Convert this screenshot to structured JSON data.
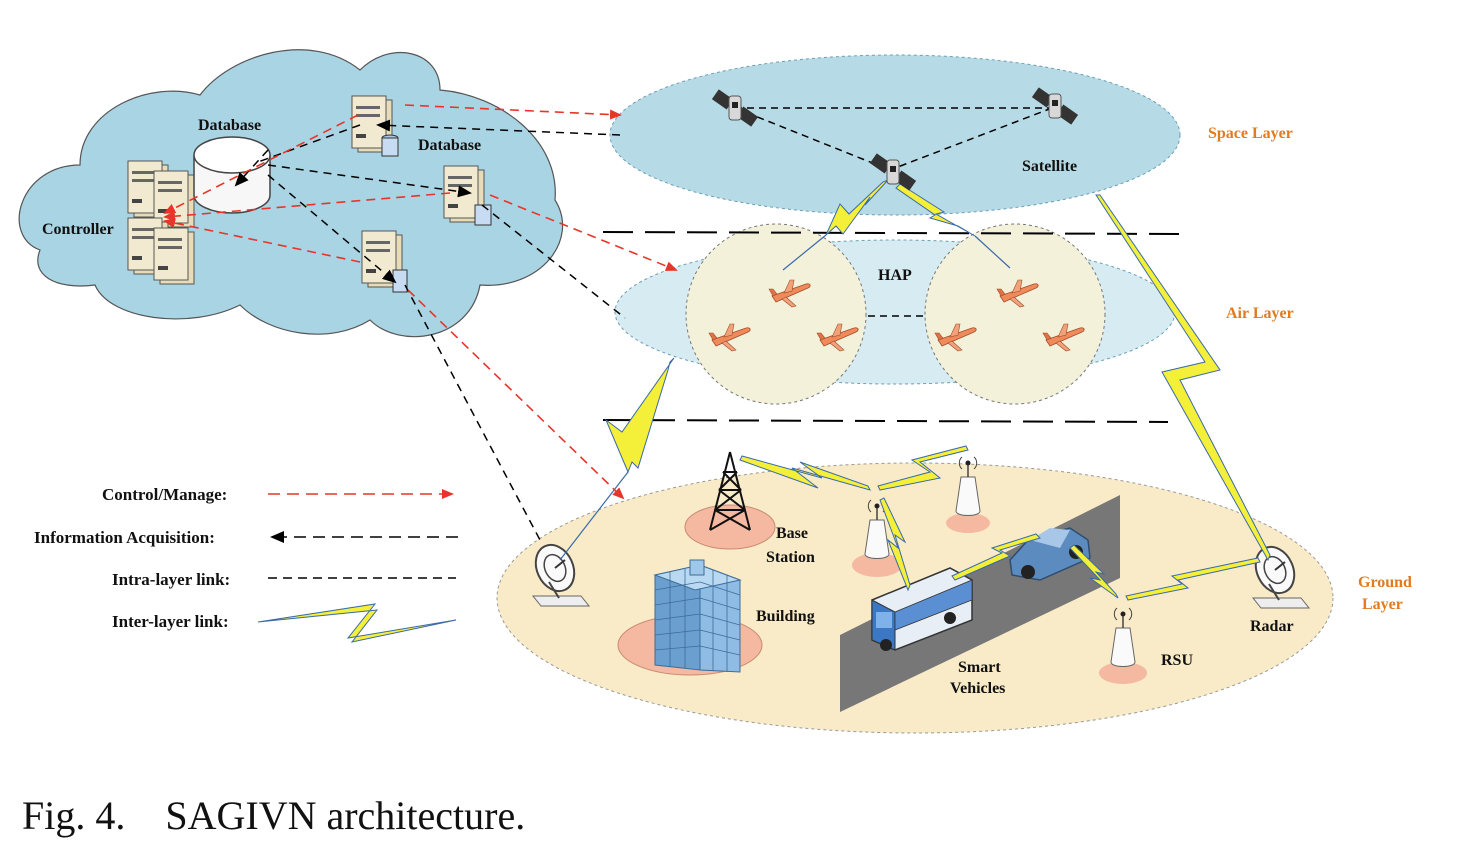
{
  "cloud": {
    "controller_label": "Controller",
    "database_label_1": "Database",
    "database_label_2": "Database"
  },
  "layers": {
    "space": "Space Layer",
    "air": "Air Layer",
    "ground_line1": "Ground",
    "ground_line2": "Layer"
  },
  "nodes": {
    "satellite": "Satellite",
    "hap": "HAP",
    "base_station_line1": "Base",
    "base_station_line2": "Station",
    "building": "Building",
    "smart_vehicles_line1": "Smart",
    "smart_vehicles_line2": "Vehicles",
    "rsu": "RSU",
    "radar": "Radar"
  },
  "legend": {
    "control_manage": "Control/Manage:",
    "info_acquisition": "Information Acquisition:",
    "intra_layer": "Intra-layer link:",
    "inter_layer": "Inter-layer link:"
  },
  "colors": {
    "cloud": "#a9d4e3",
    "space_layer": "#b7dbe6",
    "air_layer": "#d7ebf2",
    "hap_circle": "#f3f1da",
    "ground_layer": "#f9ebc8",
    "control_arrow": "#e8352a",
    "layer_label": "#e07b1f",
    "lightning": "#f4f03a"
  },
  "caption": {
    "fig": "Fig. 4.",
    "title": "SAGIVN architecture."
  }
}
